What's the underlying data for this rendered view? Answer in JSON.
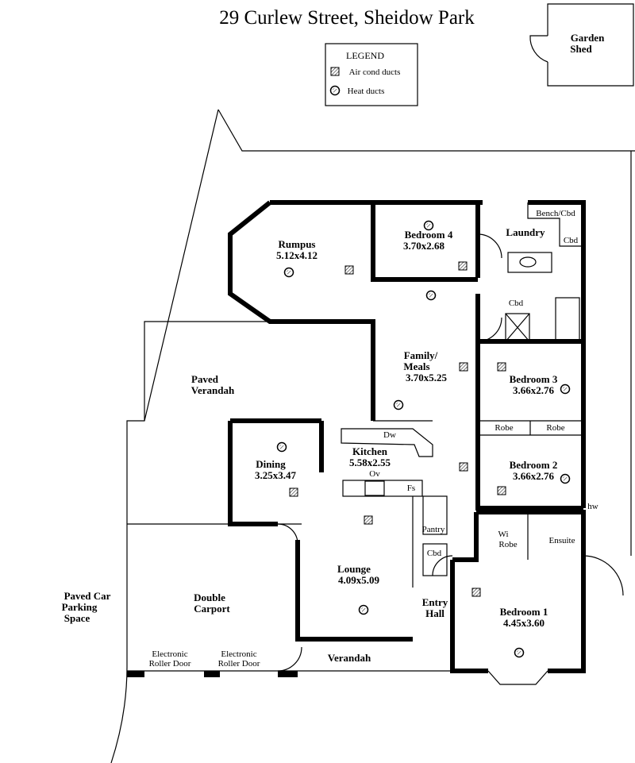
{
  "title": "29 Curlew Street, Sheidow Park",
  "legend": {
    "heading": "LEGEND",
    "items": [
      {
        "icon": "air-cond-duct-icon",
        "label": "Air cond ducts"
      },
      {
        "icon": "heat-duct-icon",
        "label": "Heat ducts"
      }
    ]
  },
  "outbuildings": {
    "garden_shed": [
      "Garden",
      "Shed"
    ]
  },
  "rooms": {
    "rumpus": {
      "name": "Rumpus",
      "size": "5.12x4.12"
    },
    "bedroom4": {
      "name": "Bedroom 4",
      "size": "3.70x2.68"
    },
    "laundry": {
      "name": "Laundry"
    },
    "bench_cbd": "Bench/Cbd",
    "cbd1": "Cbd",
    "cbd2": "Cbd",
    "cbd3": "Cbd",
    "family": {
      "name1": "Family/",
      "name2": "Meals",
      "size": "3.70x5.25"
    },
    "bedroom3": {
      "name": "Bedroom 3",
      "size": "3.66x2.76"
    },
    "robe1": "Robe",
    "robe2": "Robe",
    "bedroom2": {
      "name": "Bedroom 2",
      "size": "3.66x2.76"
    },
    "hw": "hw",
    "kitchen": {
      "name": "Kitchen",
      "size": "5.58x2.55",
      "dw": "Dw",
      "ov": "Ov",
      "fs": "Fs"
    },
    "dining": {
      "name": "Dining",
      "size": "3.25x3.47"
    },
    "pantry": "Pantry",
    "wi_robe": [
      "Wi",
      "Robe"
    ],
    "ensuite": "Ensuite",
    "lounge": {
      "name": "Lounge",
      "size": "4.09x5.09"
    },
    "entry": [
      "Entry",
      "Hall"
    ],
    "bedroom1": {
      "name": "Bedroom 1",
      "size": "4.45x3.60"
    },
    "paved_verandah": [
      "Paved",
      "Verandah"
    ],
    "carport": [
      "Double",
      "Carport"
    ],
    "parking": [
      "Paved Car",
      "Parking",
      "Space"
    ],
    "roller_door_1": [
      "Electronic",
      "Roller Door"
    ],
    "roller_door_2": [
      "Electronic",
      "Roller Door"
    ],
    "verandah": "Verandah"
  }
}
